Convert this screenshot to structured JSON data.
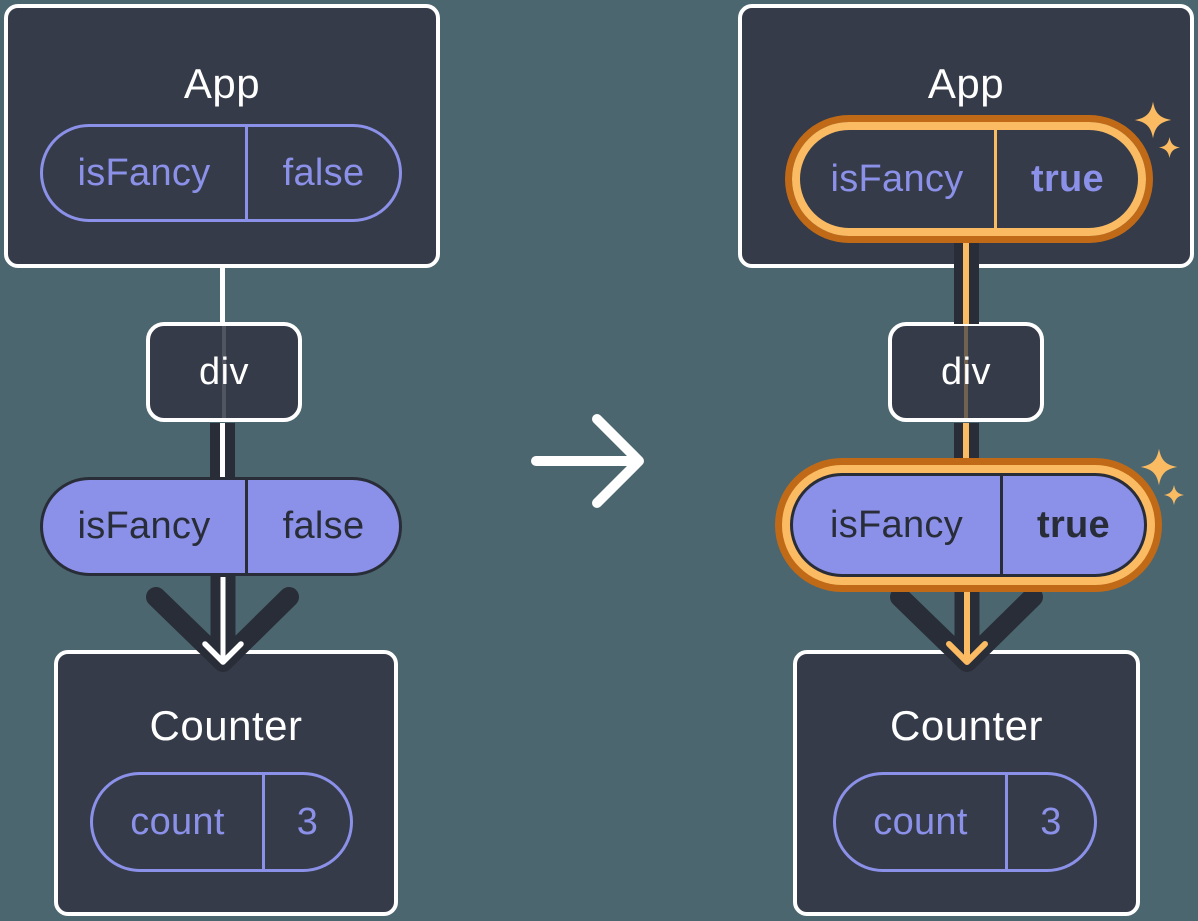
{
  "colors": {
    "bg": "#4B666F",
    "surface": "#353B48",
    "ink": "#282D38",
    "purple": "#8B90E9",
    "orange": "#FABB63",
    "orangeDeep": "#C06A17",
    "white": "#FFFFFF"
  },
  "before": {
    "app": {
      "title": "App",
      "state_name": "isFancy",
      "state_value": "false"
    },
    "div": {
      "label": "div"
    },
    "prop": {
      "name": "isFancy",
      "value": "false"
    },
    "counter": {
      "title": "Counter",
      "state_name": "count",
      "state_value": "3"
    }
  },
  "after": {
    "app": {
      "title": "App",
      "state_name": "isFancy",
      "state_value": "true"
    },
    "div": {
      "label": "div"
    },
    "prop": {
      "name": "isFancy",
      "value": "true"
    },
    "counter": {
      "title": "Counter",
      "state_name": "count",
      "state_value": "3"
    }
  },
  "icons": {
    "transition": "right-arrow",
    "highlight": "sparkle",
    "flow": "down-arrow"
  }
}
